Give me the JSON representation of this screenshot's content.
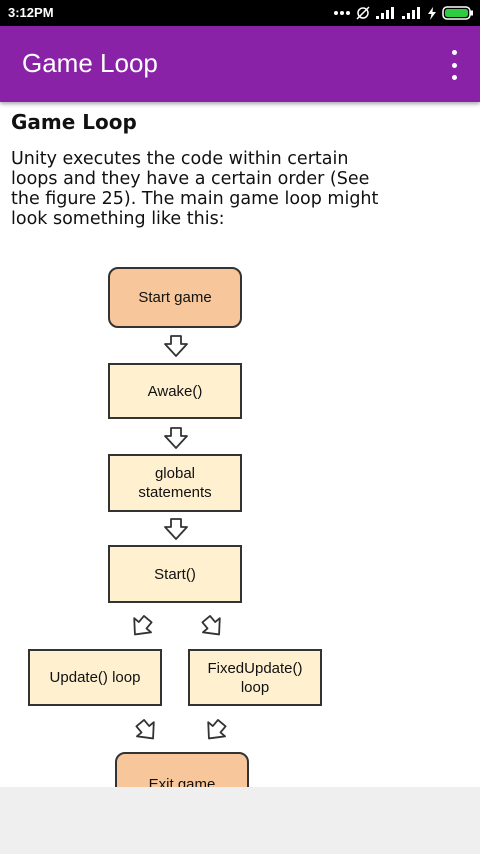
{
  "status_bar": {
    "time": "3:12PM",
    "icons": [
      "more-dots-icon",
      "alarm-off-icon",
      "signal-icon",
      "signal-icon",
      "charging-icon",
      "battery-icon"
    ]
  },
  "app_bar": {
    "title": "Game Loop",
    "overflow_icon": "more-vert-icon"
  },
  "article": {
    "heading": "Game Loop",
    "paragraph_lines": [
      "Unity executes the code within certain",
      "loops and they have a certain order (See",
      "the figure 25). The main game loop might",
      "look something like this:"
    ]
  },
  "flowchart": {
    "nodes": [
      {
        "id": "start",
        "lines": [
          "Start game"
        ]
      },
      {
        "id": "awake",
        "lines": [
          "Awake()"
        ]
      },
      {
        "id": "global",
        "lines": [
          "global",
          "statements"
        ]
      },
      {
        "id": "start_fn",
        "lines": [
          "Start()"
        ]
      },
      {
        "id": "update",
        "lines": [
          "Update() loop"
        ]
      },
      {
        "id": "fixed",
        "lines": [
          "FixedUpdate()",
          "loop"
        ]
      },
      {
        "id": "exit",
        "lines": [
          "Exit game"
        ]
      }
    ]
  },
  "colors": {
    "status_bar": "#000000",
    "app_bar": "#8a22a8",
    "terminal_node": "#f7c79b",
    "process_node": "#fff1d0",
    "bottom_bar": "#efefef"
  }
}
